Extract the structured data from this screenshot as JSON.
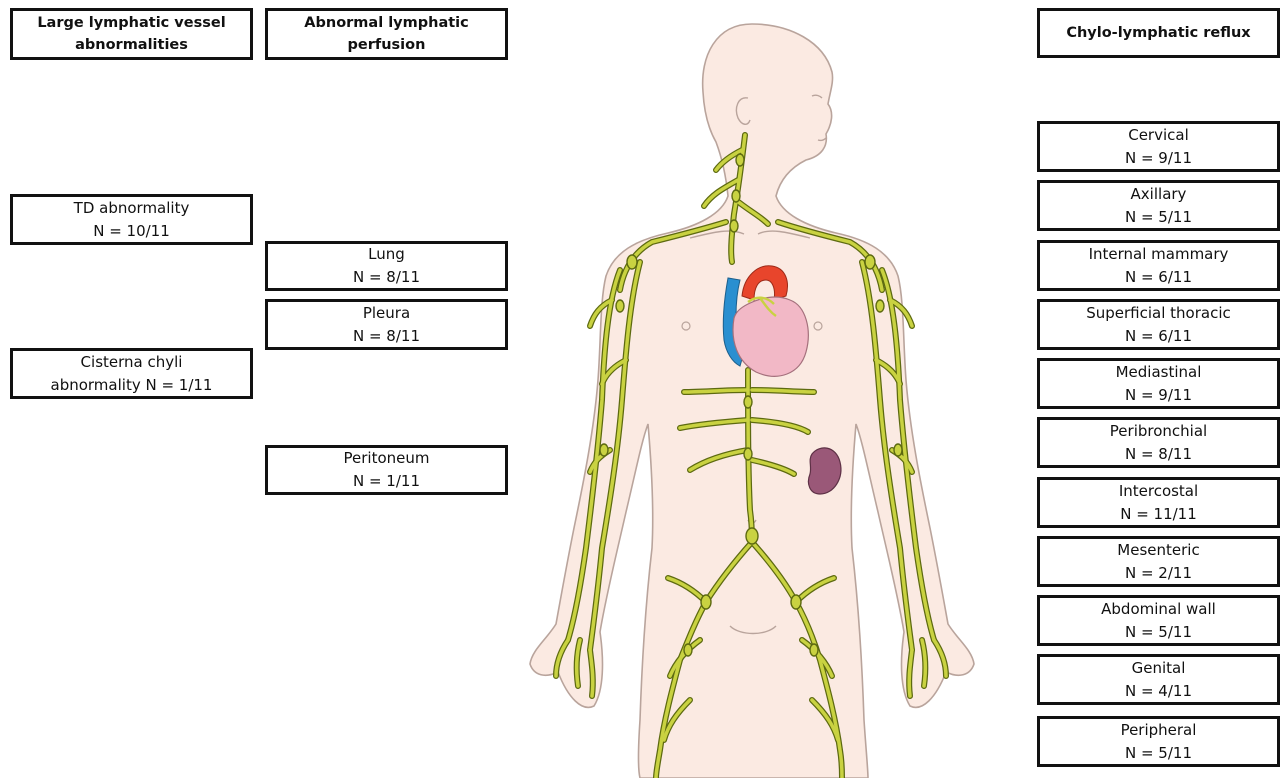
{
  "columns": {
    "large_vessel": {
      "header": [
        "Large lymphatic vessel",
        "abnormalities"
      ],
      "items": [
        {
          "name": "TD abnormality",
          "count": "N = 10/11"
        },
        {
          "name": "Cisterna chyli",
          "count": "abnormality N = 1/11"
        }
      ]
    },
    "perfusion": {
      "header": [
        "Abnormal lymphatic",
        "perfusion"
      ],
      "items": [
        {
          "name": "Lung",
          "count": "N = 8/11"
        },
        {
          "name": "Pleura",
          "count": "N = 8/11"
        },
        {
          "name": "Peritoneum",
          "count": "N = 1/11"
        }
      ]
    },
    "reflux": {
      "header": "Chylo-lymphatic reflux",
      "items": [
        {
          "name": "Cervical",
          "count": "N = 9/11"
        },
        {
          "name": "Axillary",
          "count": "N = 5/11"
        },
        {
          "name": "Internal mammary",
          "count": "N = 6/11"
        },
        {
          "name": "Superficial thoracic",
          "count": "N = 6/11"
        },
        {
          "name": "Mediastinal",
          "count": "N = 9/11"
        },
        {
          "name": "Peribronchial",
          "count": "N = 8/11"
        },
        {
          "name": "Intercostal",
          "count": "N = 11/11"
        },
        {
          "name": "Mesenteric",
          "count": "N = 2/11"
        },
        {
          "name": "Abdominal wall",
          "count": "N = 5/11"
        },
        {
          "name": "Genital",
          "count": "N = 4/11"
        },
        {
          "name": "Peripheral",
          "count": "N = 5/11"
        }
      ]
    }
  },
  "colors": {
    "skin": "#fbeae2",
    "skin_outline": "#b9a49c",
    "lymph_vessel": "#c9d241",
    "lymph_outline": "#5d6a10",
    "heart": "#f2b8c6",
    "aorta": "#e8452c",
    "vena_cava": "#2a8fd0",
    "spleen": "#9a5878"
  }
}
